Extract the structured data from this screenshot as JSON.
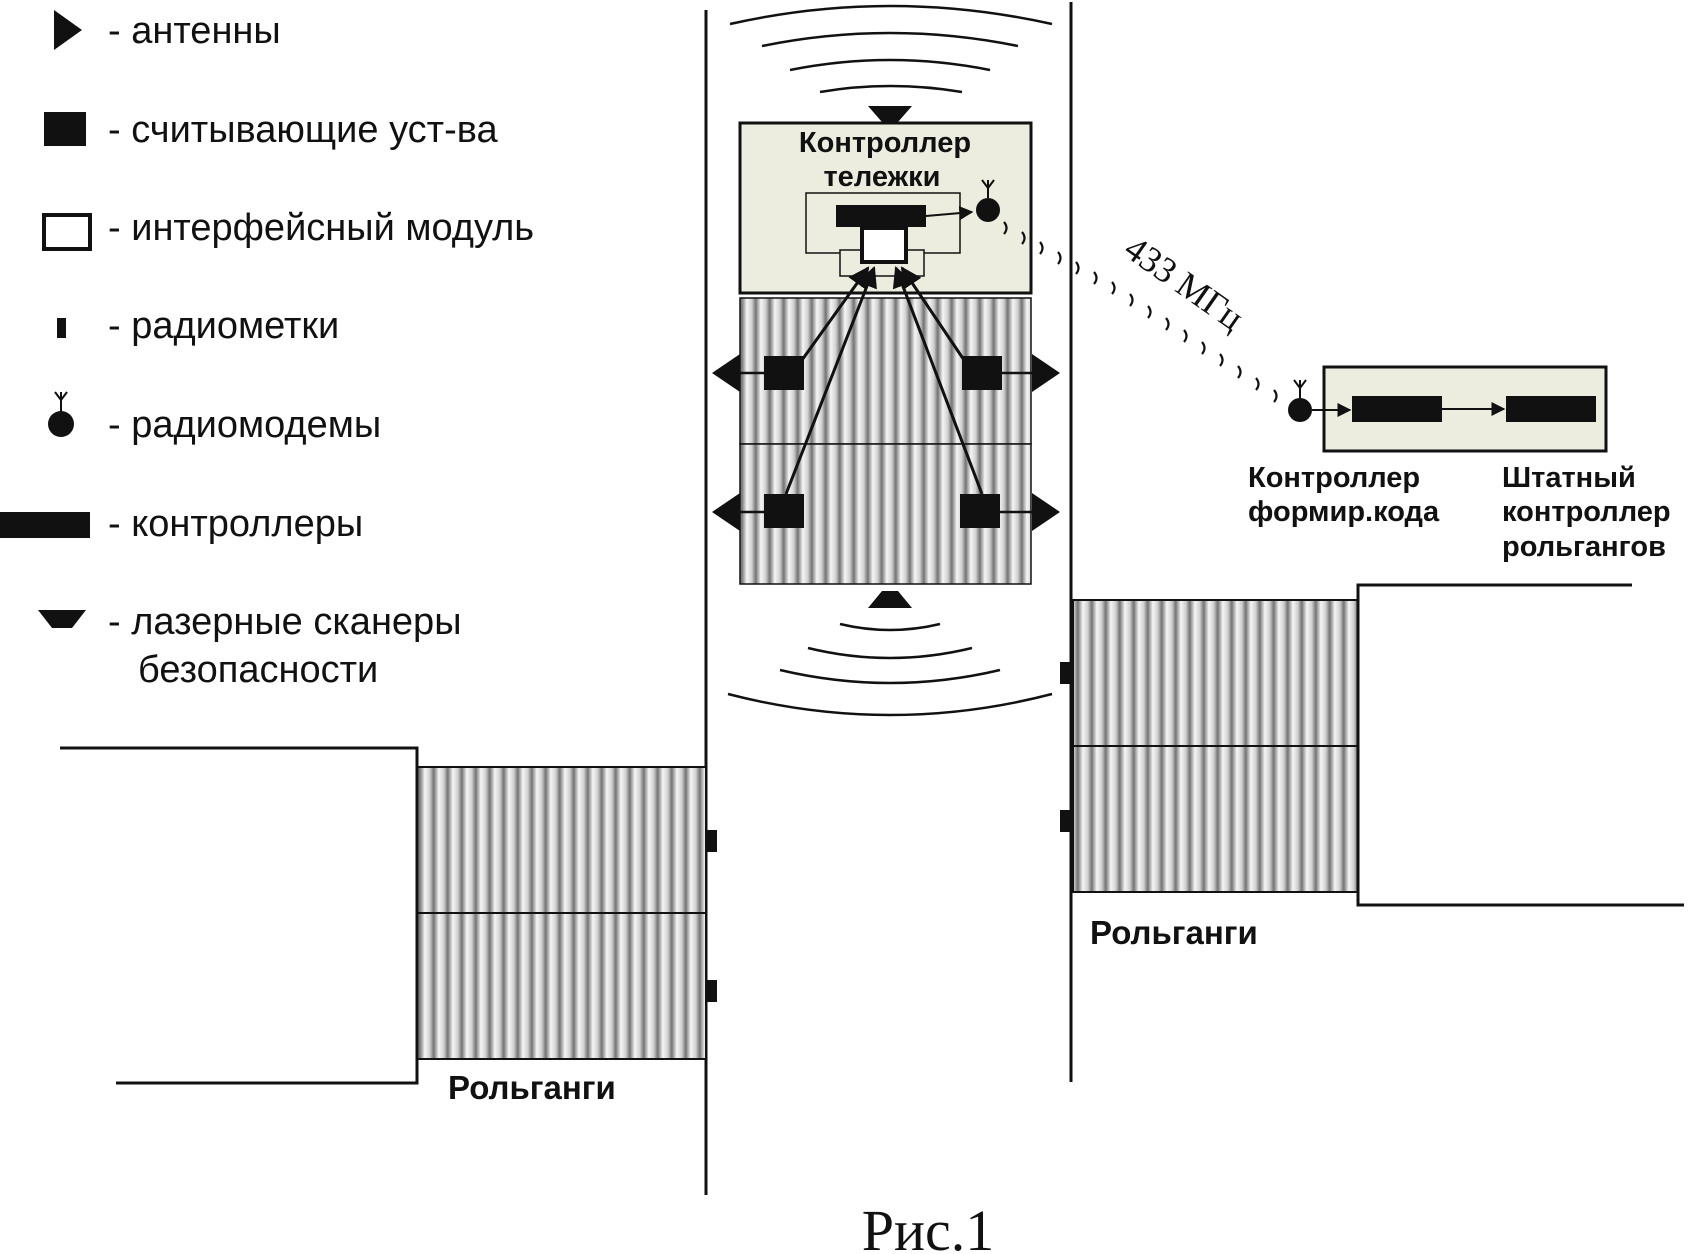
{
  "legend": {
    "antennas": "- антенны",
    "readers": "- считывающие уст-ва",
    "interface_module": "- интерфейсный модуль",
    "radio_tags": "- радиометки",
    "radio_modems": "- радиомодемы",
    "controllers": "- контроллеры",
    "laser_scanners_line1": "- лазерные сканеры",
    "laser_scanners_line2": "безопасности"
  },
  "cart": {
    "title_line1": "Контроллер",
    "title_line2": "тележки"
  },
  "radio": {
    "frequency": "433 МГц"
  },
  "code_controller": {
    "label_line1": "Контроллер",
    "label_line2": "формир.кода"
  },
  "standard_controller": {
    "label_line1": "Штатный",
    "label_line2": "контроллер",
    "label_line3": "рольгангов"
  },
  "roller_left": {
    "label": "Рольганги"
  },
  "roller_right": {
    "label": "Рольганги"
  },
  "caption": "Рис.1",
  "colors": {
    "line": "#111111",
    "panel_fill": "#ececdf",
    "roller_dark": "#8a8a8a",
    "roller_light": "#f4f4f4"
  }
}
